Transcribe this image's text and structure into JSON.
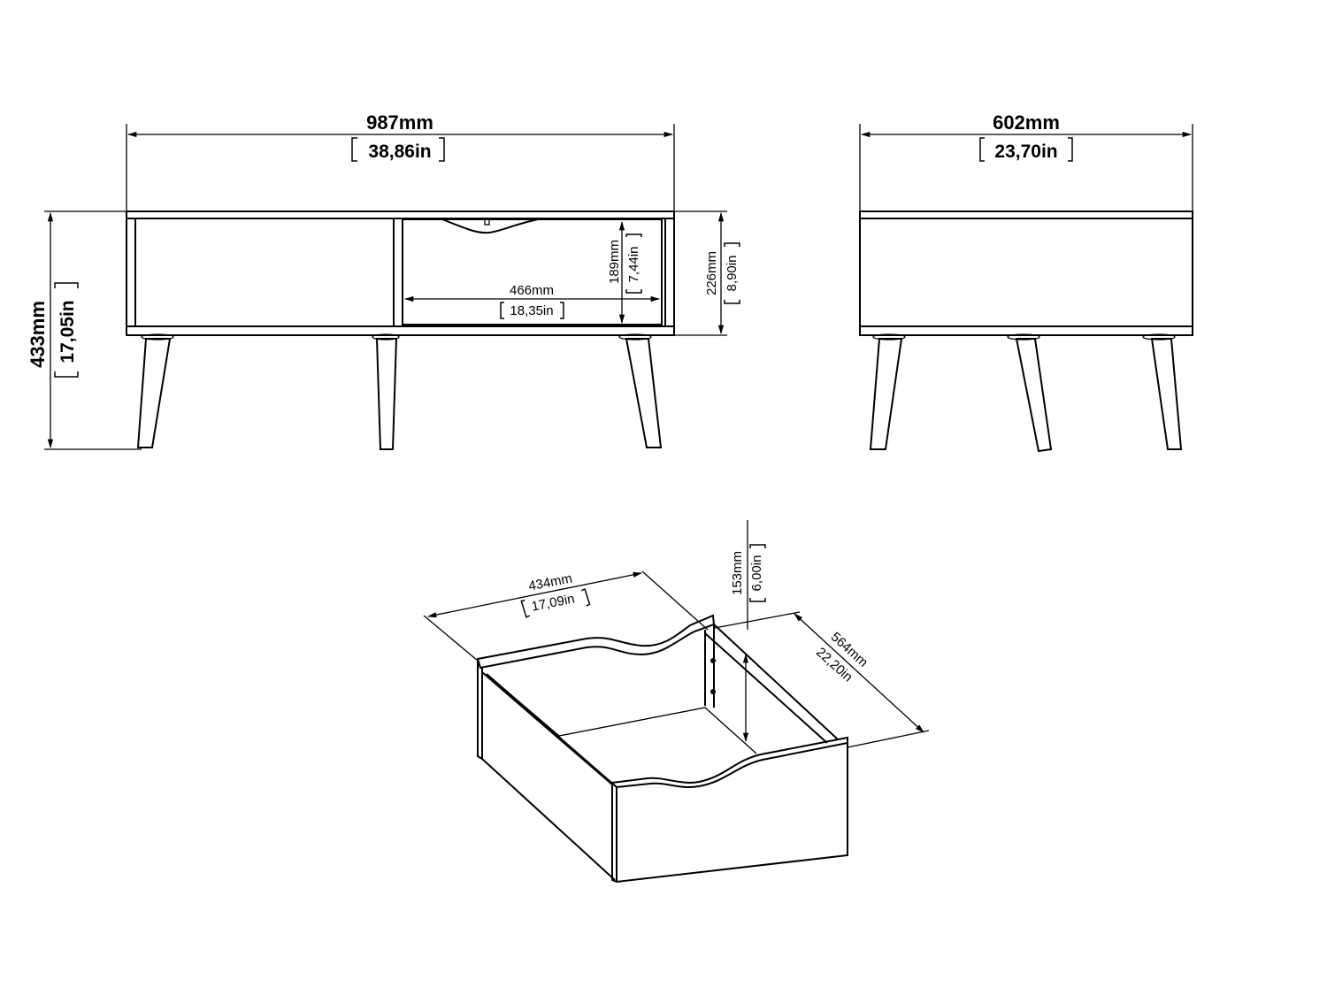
{
  "front_view": {
    "width": {
      "mm": "987mm",
      "in": "38,86in"
    },
    "height": {
      "mm": "433mm",
      "in": "17,05in"
    },
    "drawer_opening_width": {
      "mm": "466mm",
      "in": "18,35in"
    },
    "drawer_front_height": {
      "mm": "189mm",
      "in": "7,44in"
    },
    "body_height": {
      "mm": "226mm",
      "in": "8,90in"
    }
  },
  "side_view": {
    "depth": {
      "mm": "602mm",
      "in": "23,70in"
    }
  },
  "drawer_view": {
    "width": {
      "mm": "434mm",
      "in": "17,09in"
    },
    "height": {
      "mm": "153mm",
      "in": "6,00in"
    },
    "depth": {
      "mm": "564mm",
      "in": "22,20in"
    }
  },
  "colors": {
    "line": "#000000",
    "background": "#ffffff"
  }
}
